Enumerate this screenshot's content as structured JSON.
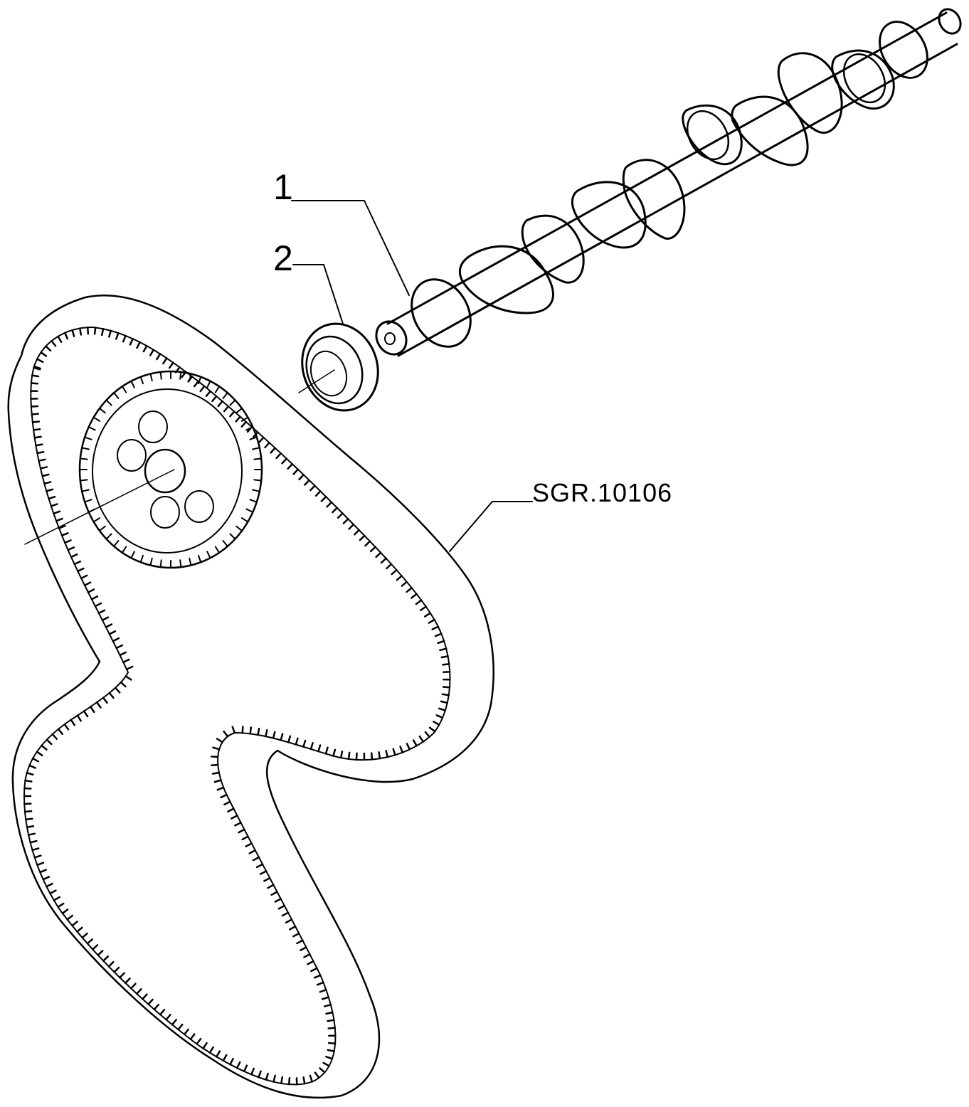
{
  "labels": {
    "item_1": "1",
    "item_2": "2",
    "reference": "SGR.10106"
  },
  "colors": {
    "ink": "#000000",
    "paper": "#ffffff"
  }
}
